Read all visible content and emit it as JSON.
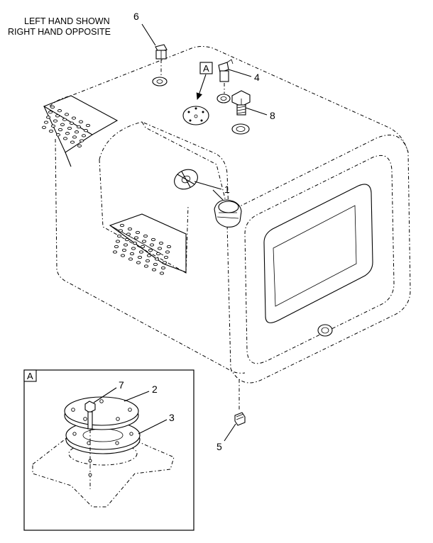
{
  "notes": {
    "line1": "LEFT HAND SHOWN",
    "line2": "RIGHT HAND OPPOSITE"
  },
  "view_ref": "A",
  "detail_label": "A",
  "callouts": {
    "c1": "1",
    "c2": "2",
    "c3": "3",
    "c4": "4",
    "c5": "5",
    "c6": "6",
    "c7": "7",
    "c8": "8"
  }
}
